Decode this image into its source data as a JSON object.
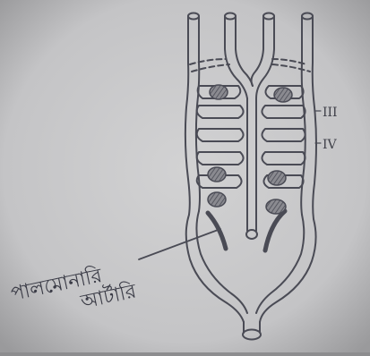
{
  "diagram": {
    "arch_labels": {
      "upper": "III",
      "lower": "IV"
    },
    "callout": {
      "line1": "পালমোনারি",
      "line2": "আর্টারি"
    },
    "colors": {
      "paper": "#c9c9ca",
      "paper_edge": "#8f8f91",
      "ink": "#4a4b55",
      "node_fill": "#77777d"
    }
  }
}
